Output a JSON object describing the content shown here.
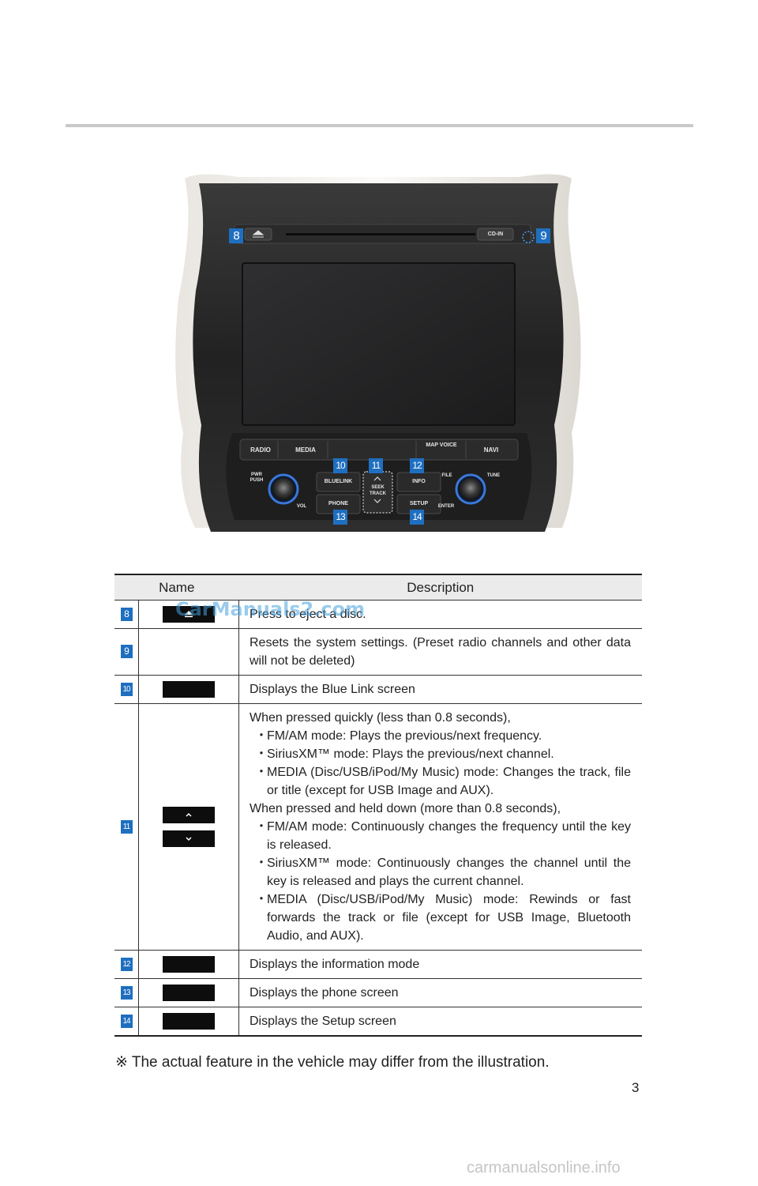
{
  "callouts": {
    "c8": "8",
    "c9": "9",
    "c10": "10",
    "c11": "11",
    "c12": "12",
    "c13": "13",
    "c14": "14"
  },
  "head_unit": {
    "cdin": "CD-IN",
    "radio": "RADIO",
    "media": "MEDIA",
    "map_voice": "MAP VOICE",
    "navi": "NAVI",
    "pwr": "PWR PUSH",
    "vol": "VOL",
    "bluelink": "BLUELINK",
    "phone": "PHONE",
    "seek_track": "SEEK TRACK",
    "info": "INFO",
    "setup": "SETUP",
    "file": "FILE",
    "tune": "TUNE",
    "enter": "ENTER"
  },
  "table": {
    "header_name": "Name",
    "header_description": "Description",
    "rows": [
      {
        "num": "8",
        "desc": "Press to eject a disc."
      },
      {
        "num": "9",
        "desc": "Resets the system settings. (Preset radio channels and other data will not be deleted)"
      },
      {
        "num": "10",
        "desc": "Displays the Blue Link screen"
      },
      {
        "num": "11",
        "intro1": "When pressed quickly (less than 0.8 seconds),",
        "b1": "FM/AM mode: Plays the previous/next frequency.",
        "b2": "SiriusXM™ mode: Plays the previous/next channel.",
        "b3": "MEDIA (Disc/USB/iPod/My Music) mode: Changes the track, file or title (except for USB Image and AUX).",
        "intro2": "When pressed and held down (more than 0.8 seconds),",
        "b4": "FM/AM mode: Continuously changes the frequency until the key is released.",
        "b5": "SiriusXM™ mode: Continuously changes the channel until the key is released and plays the current channel.",
        "b6": "MEDIA (Disc/USB/iPod/My Music) mode: Rewinds or fast forwards the track or file (except for USB Image, Bluetooth Audio, and AUX)."
      },
      {
        "num": "12",
        "desc": "Displays the information mode"
      },
      {
        "num": "13",
        "desc": "Displays the phone screen"
      },
      {
        "num": "14",
        "desc": "Displays the Setup screen"
      }
    ]
  },
  "footnote": "※ The actual feature in the vehicle may differ from the illustration.",
  "page_number": "3",
  "watermark_top": "CarManuals2.com",
  "watermark_bottom": "carmanualsonline.info"
}
